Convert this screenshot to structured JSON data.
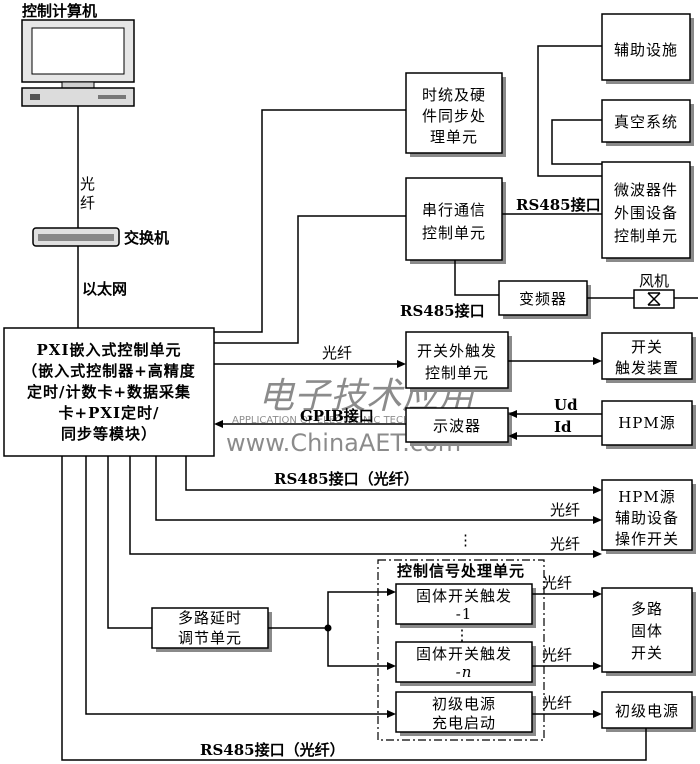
{
  "watermark": {
    "logo_text": "电子技术应用",
    "subtitle": "APPLICATION OF ELECTRONIC TECHNIQUE",
    "url": "www.ChinaAET.com"
  },
  "devices": {
    "computer": "控制计算机",
    "switch": "交换机",
    "fiber": [
      "光",
      "纤"
    ],
    "ethernet": "以太网"
  },
  "pxi": {
    "lines": [
      "PXI嵌入式控制单元",
      "（嵌入式控制器+高精度",
      "定时/计数卡+数据采集",
      "卡+PXI定时/",
      "同步等模块）"
    ]
  },
  "blocks": {
    "sync": [
      "时统及硬",
      "件同步处",
      "理单元"
    ],
    "serial": [
      "串行通信",
      "控制单元"
    ],
    "aux": [
      "辅助设施"
    ],
    "vacuum": [
      "真空系统"
    ],
    "microwave": [
      "微波器件",
      "外围设备",
      "控制单元"
    ],
    "inverter": [
      "变频器"
    ],
    "fan": "风机",
    "trigger": [
      "开关外触发",
      "控制单元"
    ],
    "switch_dev": [
      "开关",
      "触发装置"
    ],
    "scope": [
      "示波器"
    ],
    "hpm": [
      "HPM源"
    ],
    "hpm_aux": [
      "HPM源",
      "辅助设备",
      "操作开关"
    ],
    "delay": [
      "多路延时",
      "调节单元"
    ],
    "ctrl_group": "控制信号处理单元",
    "solid1": [
      "固体开关触发",
      "-1"
    ],
    "solidn": [
      "固体开关触发",
      "-n"
    ],
    "primary_start": [
      "初级电源",
      "充电启动"
    ],
    "multi_solid": [
      "多路",
      "固体",
      "开关"
    ],
    "primary": [
      "初级电源"
    ]
  },
  "labels": {
    "rs485_a": "RS485接口",
    "rs485_b": "RS485接口",
    "fiber_trigger": "光纤",
    "gpib": "GPIB接口",
    "ud": "Ud",
    "id": "Id",
    "rs485_fiber_mid": "RS485接口（光纤）",
    "fiber1": "光纤",
    "fiber2": "光纤",
    "fiber3": "光纤",
    "fiber4": "光纤",
    "fiber5": "光纤",
    "rs485_fiber_bottom": "RS485接口（光纤）",
    "dots": "⋮"
  }
}
